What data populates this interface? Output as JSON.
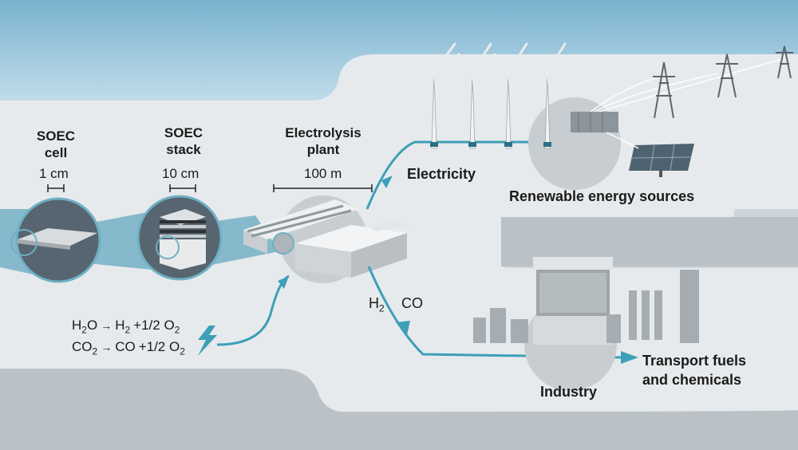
{
  "labels": {
    "soec_cell": "SOEC cell",
    "soec_cell_scale": "1 cm",
    "soec_stack": "SOEC stack",
    "soec_stack_scale": "10 cm",
    "electrolysis_plant": "Electrolysis plant",
    "electrolysis_plant_scale": "100 m",
    "electricity": "Electricity",
    "renewable": "Renewable energy sources",
    "h2": "H",
    "h2_sub": "2",
    "co": "CO",
    "industry": "Industry",
    "transport": "Transport fuels and chemicals"
  },
  "equations": [
    {
      "lhs": "H",
      "lhs_sub": "2",
      "lhs_tail": "O",
      "arrow": "→",
      "prod1": "H",
      "prod1_sub": "2",
      "plus": "+1/2 O",
      "plus_sub": "2"
    },
    {
      "lhs": "CO",
      "lhs_sub": "2",
      "lhs_tail": "",
      "arrow": "→",
      "prod1": "CO",
      "prod1_sub": "",
      "plus": "+1/2 O",
      "plus_sub": "2"
    }
  ],
  "colors": {
    "sky": "#8fc0d8",
    "panel": "#e6e9eb",
    "flow": "#3d9fb8",
    "lens": "#7db3c6",
    "dark_circle": "#4b5a66",
    "ground": "#b9c1c6"
  }
}
